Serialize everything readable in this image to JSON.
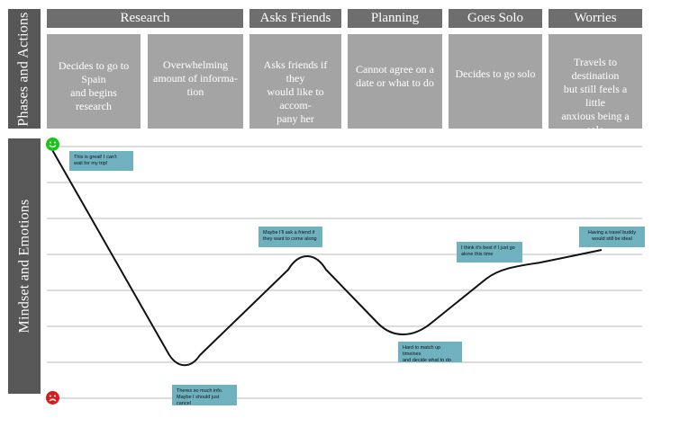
{
  "side_labels": {
    "phases": "Phases and Actions",
    "mindset": "Mindset and Emotions"
  },
  "phases": [
    {
      "title": "Research"
    },
    {
      "title": "Asks Friends"
    },
    {
      "title": "Planning"
    },
    {
      "title": "Goes Solo"
    },
    {
      "title": "Worries"
    }
  ],
  "actions": [
    "Decides to go to Spain\nand begins research",
    "Overwhelming\namount of informa-\ntion",
    "Asks friends if they\nwould like to accom-\npany her",
    "Cannot agree on a\ndate or what to do",
    "Decides to go solo",
    "Travels to destination\nbut still feels a little\nanxious being a solo\ntraveler"
  ],
  "notes": [
    "This is great! I can't\nwait for my trip!",
    "Theres so much info.\nMaybe I should just cancel",
    "Maybe I'll ask a friend if\nthey want to come along",
    "Hard to match up timeines\nand decide what to do",
    "I think it's best if I just go\nalone this time",
    "Having a travel buddy\nwould still be ideal"
  ],
  "icons": {
    "positive": "smiling-face-icon",
    "negative": "frowning-face-icon"
  },
  "colors": {
    "side_label_bg": "#575757",
    "phase_header_bg": "#6e6e6e",
    "action_box_bg": "#a4a4a4",
    "note_bg": "#6fb1bf",
    "positive_face": "#1ec21e",
    "negative_face": "#d81b1b",
    "curve": "#111111"
  }
}
